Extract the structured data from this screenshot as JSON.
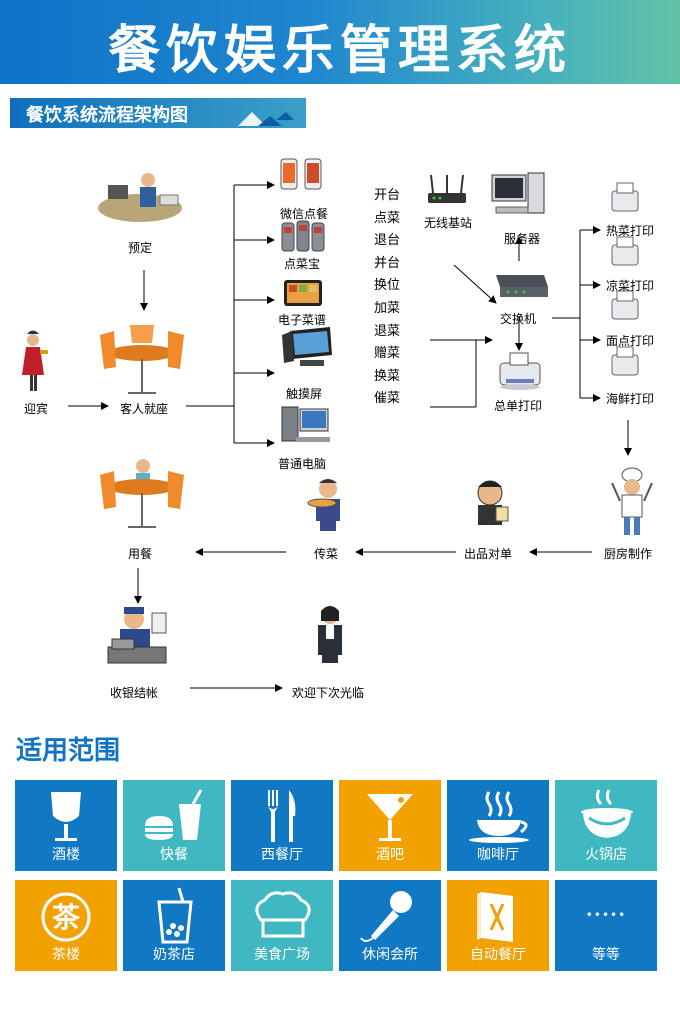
{
  "header": {
    "title": "餐饮娱乐管理系统"
  },
  "section_flow": {
    "title": "餐饮系统流程架构图"
  },
  "flow": {
    "booking": "预定",
    "greet": "迎宾",
    "seated": "客人就座",
    "devices": [
      "微信点餐",
      "点菜宝",
      "电子菜谱",
      "触摸屏",
      "普通电脑"
    ],
    "commands": [
      "开台",
      "点菜",
      "退台",
      "并台",
      "换位",
      "加菜",
      "退菜",
      "赠菜",
      "换菜",
      "催菜"
    ],
    "wireless": "无线基站",
    "server": "服务器",
    "switch": "交换机",
    "order_print": "总单打印",
    "printers": [
      "热菜打印",
      "凉菜打印",
      "面点打印",
      "海鲜打印"
    ],
    "kitchen": "厨房制作",
    "check": "出品对单",
    "serve": "传菜",
    "dining": "用餐",
    "cashier": "收银结帐",
    "farewell": "欢迎下次光临"
  },
  "scope": {
    "title": "适用范围",
    "tiles": [
      {
        "label": "酒楼",
        "icon": "wine-glass-icon",
        "color": "#1178c3"
      },
      {
        "label": "快餐",
        "icon": "fast-food-icon",
        "color": "#3fb8c2"
      },
      {
        "label": "西餐厅",
        "icon": "fork-knife-icon",
        "color": "#1178c3"
      },
      {
        "label": "酒吧",
        "icon": "cocktail-icon",
        "color": "#f1a100"
      },
      {
        "label": "咖啡厅",
        "icon": "coffee-cup-icon",
        "color": "#1178c3"
      },
      {
        "label": "火锅店",
        "icon": "hotpot-icon",
        "color": "#3fb8c2"
      },
      {
        "label": "茶楼",
        "icon": "tea-icon",
        "color": "#f1a100"
      },
      {
        "label": "奶茶店",
        "icon": "milk-tea-icon",
        "color": "#1178c3"
      },
      {
        "label": "美食广场",
        "icon": "chef-hat-icon",
        "color": "#3fb8c2"
      },
      {
        "label": "休闲会所",
        "icon": "microphone-icon",
        "color": "#1178c3"
      },
      {
        "label": "自动餐厅",
        "icon": "menu-book-icon",
        "color": "#f1a100"
      },
      {
        "label": "等等",
        "icon": "ellipsis-icon",
        "color": "#1178c3"
      }
    ],
    "tea_glyph": "茶",
    "more_glyph": "•••••"
  }
}
